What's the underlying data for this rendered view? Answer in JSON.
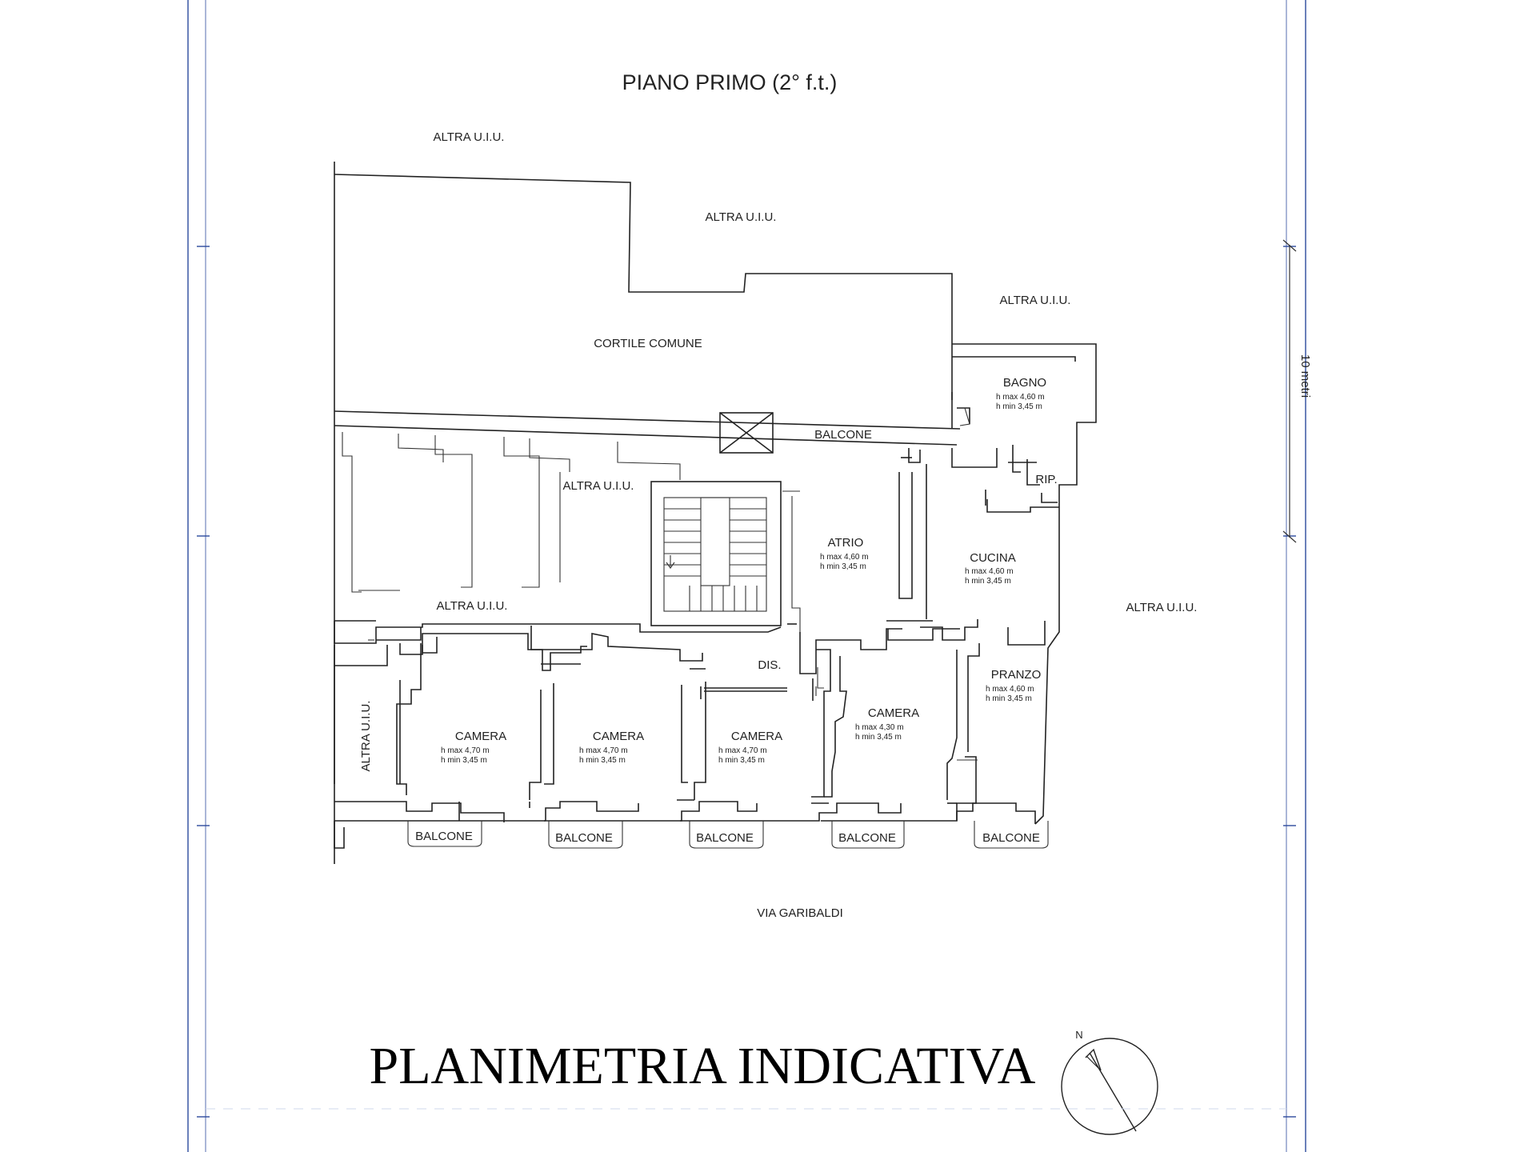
{
  "floor_title": "PIANO PRIMO (2° f.t.)",
  "main_title": "PLANIMETRIA INDICATIVA",
  "north_label": "N",
  "scale_label": "10 metri",
  "street": "VIA GARIBALDI",
  "courtyard": "CORTILE COMUNE",
  "neighbors": {
    "top_left": "ALTRA U.I.U.",
    "top_center": "ALTRA U.I.U.",
    "top_right": "ALTRA U.I.U.",
    "right": "ALTRA U.I.U.",
    "middle_upper": "ALTRA U.I.U.",
    "middle_lower": "ALTRA U.I.U.",
    "left_vertical": "ALTRA U.I.U."
  },
  "rooms": {
    "bagno": {
      "name": "BAGNO",
      "hmax": "h max 4,60 m",
      "hmin": "h min 3,45 m"
    },
    "rip": {
      "name": "RIP."
    },
    "atrio": {
      "name": "ATRIO",
      "hmax": "h max 4,60 m",
      "hmin": "h min 3,45 m"
    },
    "cucina": {
      "name": "CUCINA",
      "hmax": "h max 4,60 m",
      "hmin": "h min 3,45 m"
    },
    "dis": {
      "name": "DIS."
    },
    "pranzo": {
      "name": "PRANZO",
      "hmax": "h max 4,60 m",
      "hmin": "h min 3,45 m"
    },
    "camera1": {
      "name": "CAMERA",
      "hmax": "h max 4,70 m",
      "hmin": "h min 3,45 m"
    },
    "camera2": {
      "name": "CAMERA",
      "hmax": "h max 4,70 m",
      "hmin": "h min 3,45 m"
    },
    "camera3": {
      "name": "CAMERA",
      "hmax": "h max 4,70 m",
      "hmin": "h min 3,45 m"
    },
    "camera4": {
      "name": "CAMERA",
      "hmax": "h max 4,30 m",
      "hmin": "h min 3,45 m"
    }
  },
  "balconies": {
    "top": "BALCONE",
    "b1": "BALCONE",
    "b2": "BALCONE",
    "b3": "BALCONE",
    "b4": "BALCONE",
    "b5": "BALCONE"
  }
}
